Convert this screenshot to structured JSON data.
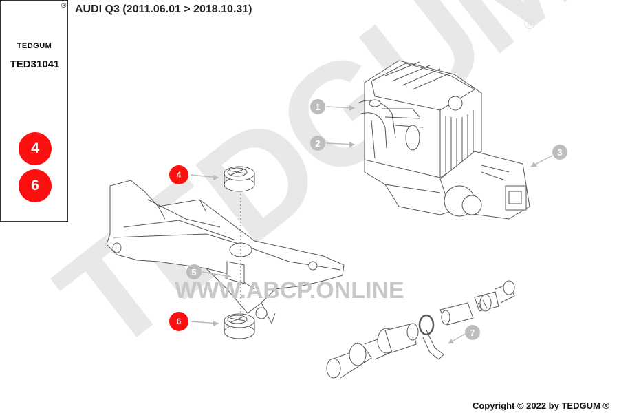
{
  "brand": {
    "name": "TEDGUM",
    "registered_mark": "®",
    "part_code": "TED31041"
  },
  "title": "AUDI Q3 (2011.06.01 > 2018.10.31)",
  "sidebar_badges": [
    "4",
    "6"
  ],
  "callouts": {
    "red": [
      "4",
      "6"
    ],
    "grey": [
      "1",
      "2",
      "3",
      "5",
      "7"
    ]
  },
  "watermark": {
    "text": "TEDGUM",
    "url": "WWW.ABCP.ONLINE"
  },
  "copyright": "Copyright © 2022 by TEDGUM ®",
  "colors": {
    "badge_red": "#ff1010",
    "callout_grey": "#bdbdbd",
    "watermark_grey": "#e6e6e6",
    "line_art": "#555555"
  }
}
